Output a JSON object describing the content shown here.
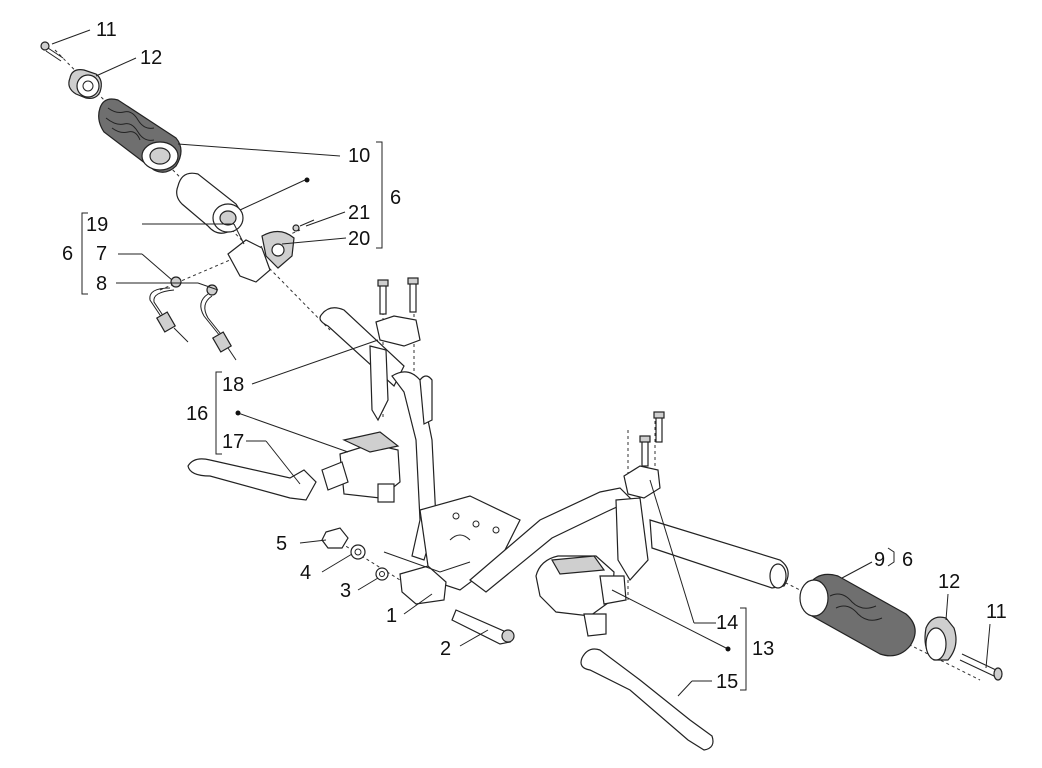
{
  "labels": {
    "l1": "1",
    "l2": "2",
    "l3": "3",
    "l4": "4",
    "l5": "5",
    "l6a": "6",
    "l6b": "6",
    "l6c": "6",
    "l7": "7",
    "l8": "8",
    "l9": "9",
    "l10": "10",
    "l11a": "11",
    "l11b": "11",
    "l12a": "12",
    "l12b": "12",
    "l13": "13",
    "l14": "14",
    "l15": "15",
    "l16": "16",
    "l17": "17",
    "l18": "18",
    "l19": "19",
    "l20": "20",
    "l21": "21"
  }
}
